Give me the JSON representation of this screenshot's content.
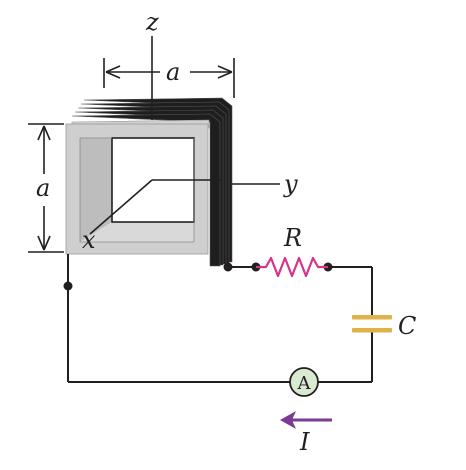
{
  "diagram": {
    "labels": {
      "z_axis": "z",
      "y_axis": "y",
      "x_axis": "x",
      "width_a": "a",
      "height_a": "a",
      "resistor": "R",
      "capacitor": "C",
      "ammeter": "A",
      "current": "I"
    },
    "colors": {
      "wire": "#231f20",
      "coil": "#1e1e1e",
      "frame": "#c8c8c8",
      "frame_light": "#e2e2e2",
      "resistor": "#d6338b",
      "capacitor": "#e0b24a",
      "ammeter_fill": "#d8ead0",
      "current_arrow": "#7b3a96"
    }
  }
}
